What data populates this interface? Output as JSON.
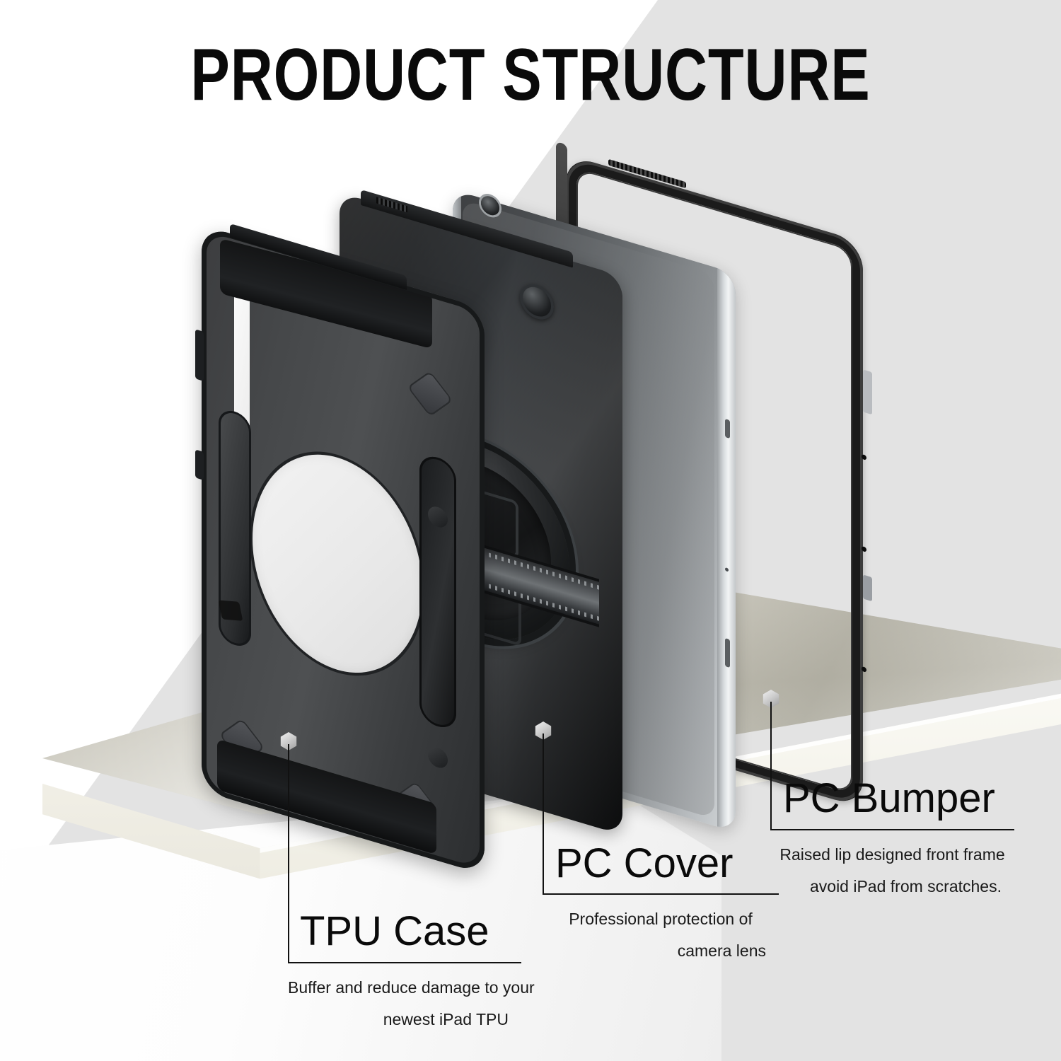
{
  "page": {
    "title": "PRODUCT STRUCTURE"
  },
  "colors": {
    "background_white": "#ffffff",
    "background_grey": "#e3e3e3",
    "platform_beige": "#cfccc0",
    "platform_edge_white": "#fbfaf5",
    "part_black": "#17191a",
    "part_dark_grey": "#46484a",
    "ipad_silver": "#b9bdc0",
    "text_black": "#0a0a0a",
    "leader_line": "#111111",
    "bolt_silver": "#cfcfcf"
  },
  "callouts": [
    {
      "id": "tpu-case",
      "title": "TPU Case",
      "desc_line1": "Buffer and reduce damage to your",
      "desc_line2": "newest  iPad TPU"
    },
    {
      "id": "pc-cover",
      "title": "PC Cover",
      "desc_line1": "Professional protection of",
      "desc_line2": "camera lens"
    },
    {
      "id": "pc-bumper",
      "title": "PC Bumper",
      "desc_line1": "Raised lip designed front frame",
      "desc_line2": "avoid iPad from scratches."
    }
  ],
  "parts": [
    {
      "id": "tpu-case",
      "name": "TPU Case",
      "layer": 1,
      "description": "Textured dark grey TPU shell with circular rotating-ring cutout, shoulder strap slot and black top/bottom bands"
    },
    {
      "id": "pc-cover",
      "name": "PC Cover",
      "layer": 2,
      "description": "Glossy black polycarbonate back plate with rotating ring, hand strap and camera lens guard"
    },
    {
      "id": "ipad",
      "name": "iPad",
      "layer": 3,
      "description": "Silver tablet device shown between the cover and the bumper"
    },
    {
      "id": "pc-bumper",
      "name": "PC Bumper",
      "layer": 4,
      "description": "Thin black open polycarbonate front frame with raised lip"
    }
  ]
}
